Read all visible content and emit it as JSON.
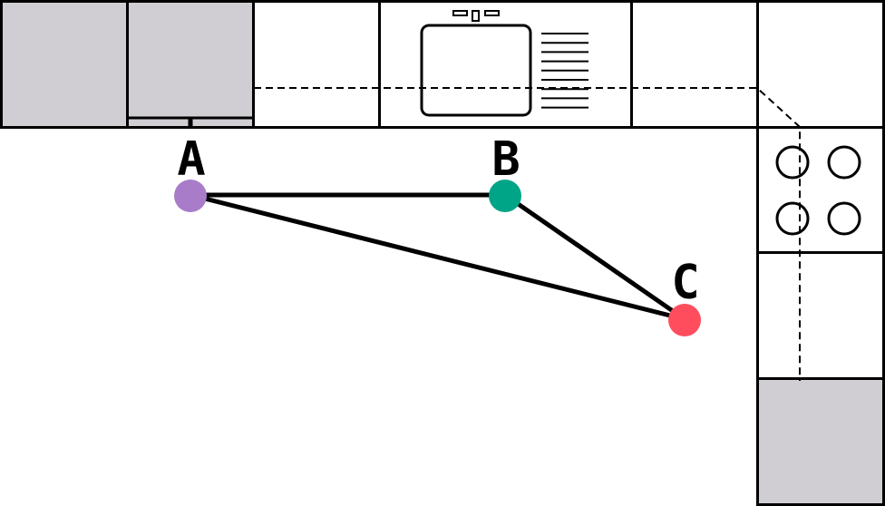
{
  "colors": {
    "cabinet_fill": "#d0ced3",
    "line": "#000000",
    "background": "#ffffff",
    "point_a": "#a87cc9",
    "point_b": "#00a587",
    "point_c": "#ff4d5d"
  },
  "points": {
    "a": {
      "label": "A",
      "color_key": "point_a"
    },
    "b": {
      "label": "B",
      "color_key": "point_b"
    },
    "c": {
      "label": "C",
      "color_key": "point_c"
    }
  },
  "fixtures": {
    "sink": "sink-icon",
    "stove": "stove-icon",
    "dish_rack": "drain-board-icon"
  }
}
